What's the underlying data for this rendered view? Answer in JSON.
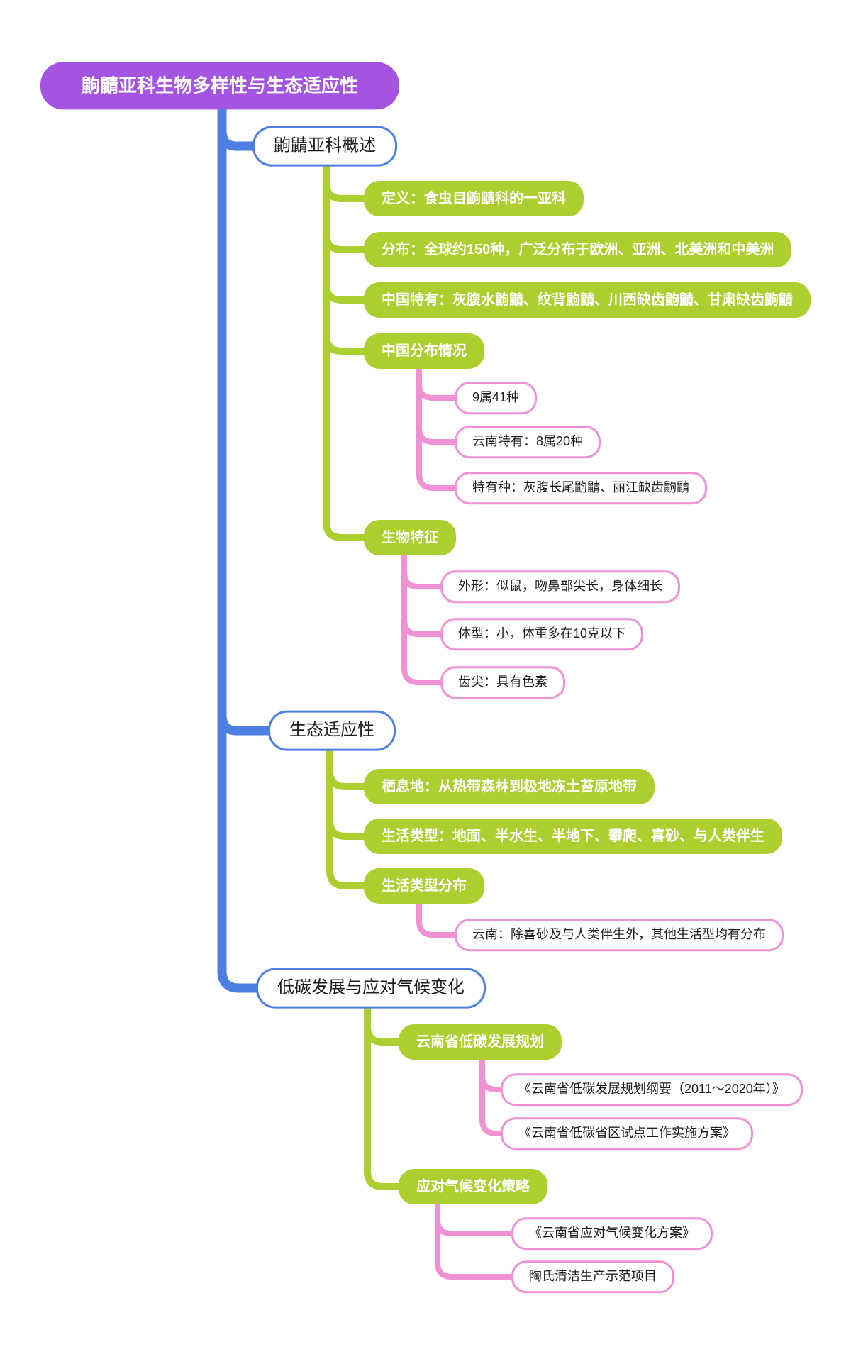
{
  "title": "鼩鼱亚科生物多样性与生态适应性",
  "colors": {
    "root_fill": "#a355e2",
    "branch_line": "#4d7fe3",
    "green_fill": "#adce2f",
    "pink_line": "#ef91d3"
  },
  "branches": [
    {
      "label": "鼩鼱亚科概述",
      "children": [
        {
          "label": "定义：食虫目鼩鼱科的一亚科"
        },
        {
          "label": "分布：全球约150种，广泛分布于欧洲、亚洲、北美洲和中美洲"
        },
        {
          "label": "中国特有：灰腹水鼩鼱、纹背鼩鼱、川西缺齿鼩鼱、甘肃缺齿鼩鼱"
        },
        {
          "label": "中国分布情况",
          "children": [
            {
              "label": "9属41种"
            },
            {
              "label": "云南特有：8属20种"
            },
            {
              "label": "特有种：灰腹长尾鼩鼱、丽江缺齿鼩鼱"
            }
          ]
        },
        {
          "label": "生物特征",
          "children": [
            {
              "label": "外形：似鼠，吻鼻部尖长，身体细长"
            },
            {
              "label": "体型：小，体重多在10克以下"
            },
            {
              "label": "齿尖：具有色素"
            }
          ]
        }
      ]
    },
    {
      "label": "生态适应性",
      "children": [
        {
          "label": "栖息地：从热带森林到极地冻土苔原地带"
        },
        {
          "label": "生活类型：地面、半水生、半地下、攀爬、喜砂、与人类伴生"
        },
        {
          "label": "生活类型分布",
          "children": [
            {
              "label": "云南：除喜砂及与人类伴生外，其他生活型均有分布"
            }
          ]
        }
      ]
    },
    {
      "label": "低碳发展与应对气候变化",
      "children": [
        {
          "label": "云南省低碳发展规划",
          "children": [
            {
              "label": "《云南省低碳发展规划纲要（2011～2020年）》"
            },
            {
              "label": "《云南省低碳省区试点工作实施方案》"
            }
          ]
        },
        {
          "label": "应对气候变化策略",
          "children": [
            {
              "label": "《云南省应对气候变化方案》"
            },
            {
              "label": "陶氏清洁生产示范项目"
            }
          ]
        }
      ]
    }
  ]
}
